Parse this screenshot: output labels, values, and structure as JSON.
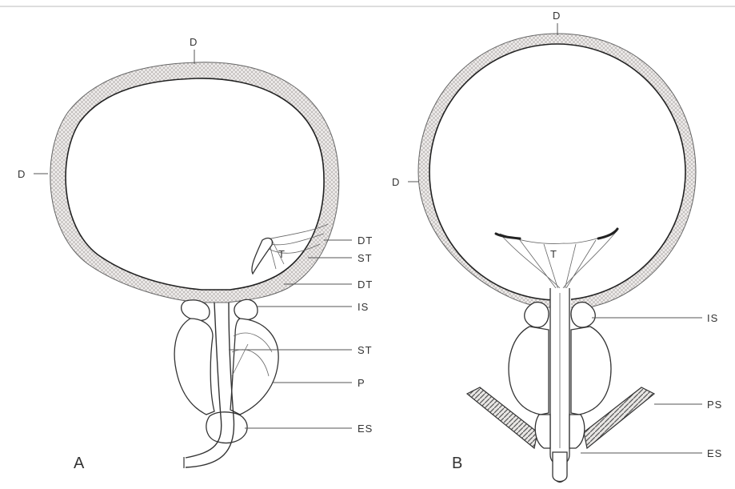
{
  "panel_a": {
    "panel_label": "A",
    "labels": {
      "d_top": "D",
      "d_left": "D",
      "t": "T",
      "dt_upper": "DT",
      "st_upper": "ST",
      "dt_lower": "DT",
      "is": "IS",
      "st_lower": "ST",
      "p": "P",
      "es": "ES"
    }
  },
  "panel_b": {
    "panel_label": "B",
    "labels": {
      "d_top": "D",
      "d_left": "D",
      "t": "T",
      "is": "IS",
      "ps": "PS",
      "es": "ES"
    }
  }
}
